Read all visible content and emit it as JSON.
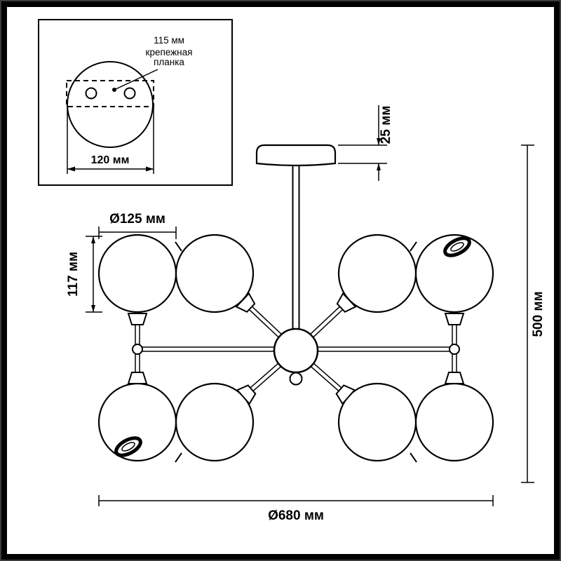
{
  "drawing": {
    "type": "chandelier-dimension-diagram",
    "colors": {
      "line": "#000000",
      "background": "#ffffff"
    }
  },
  "inset": {
    "hole_spacing": "115 мм",
    "bracket_caption_line1": "крепежная",
    "bracket_caption_line2": "планка",
    "plate_width": "120 мм"
  },
  "dimensions": {
    "canopy_height": "25 мм",
    "shade_diameter": "Ø125 мм",
    "shade_height": "117 мм",
    "overall_height": "500 мм",
    "overall_diameter": "Ø680 мм"
  }
}
